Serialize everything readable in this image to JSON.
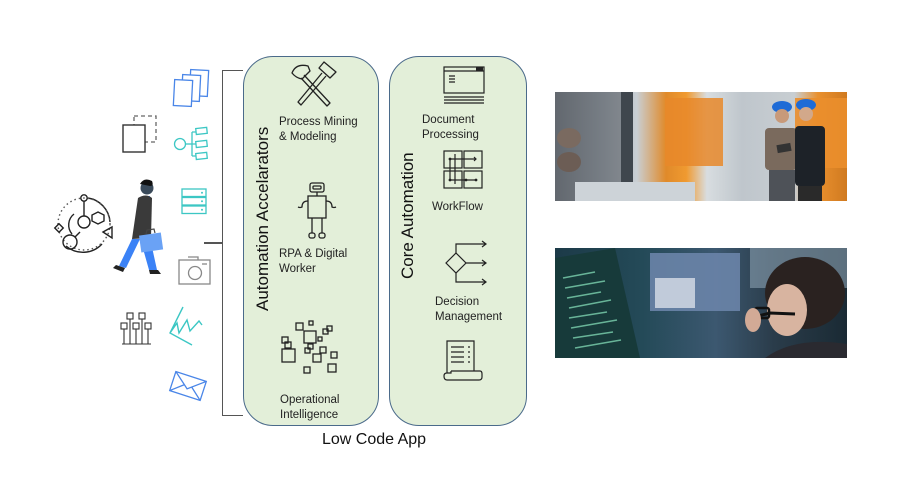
{
  "diagram": {
    "bottom_title": "Low Code App",
    "colors": {
      "panel_fill": "#e3efd9",
      "panel_border": "#4a6a8a",
      "icon_blue": "#4a86e8",
      "icon_teal": "#3cc7c4",
      "icon_dark": "#333333",
      "person_jacket": "#3a3a3a",
      "person_pants": "#3b82f6"
    },
    "left_icons": [
      {
        "name": "documents-stack-icon"
      },
      {
        "name": "dashed-copy-icon"
      },
      {
        "name": "hierarchy-tree-icon"
      },
      {
        "name": "server-stack-icon"
      },
      {
        "name": "connected-nodes-circle-icon"
      },
      {
        "name": "walking-person-icon"
      },
      {
        "name": "camera-icon"
      },
      {
        "name": "circuit-pins-icon"
      },
      {
        "name": "zigzag-chart-icon"
      },
      {
        "name": "envelope-icon"
      }
    ],
    "panels": [
      {
        "title": "Automation Accelarators",
        "items": [
          {
            "label_line1": "Process Mining",
            "label_line2": "& Modeling",
            "icon": "hammers-icon"
          },
          {
            "label_line1": "RPA & Digital",
            "label_line2": "Worker",
            "icon": "robot-icon"
          },
          {
            "label_line1": "Operational",
            "label_line2": "Intelligence",
            "icon": "scattered-squares-icon"
          }
        ]
      },
      {
        "title": "Core Automation",
        "items": [
          {
            "label_line1": "Document",
            "label_line2": "Processing",
            "icon": "document-window-icon"
          },
          {
            "label_line1": "WorkFlow",
            "label_line2": "",
            "icon": "workflow-grid-icon"
          },
          {
            "label_line1": "Decision",
            "label_line2": "Management",
            "icon": "decision-diamond-icon"
          },
          {
            "label_line1": "",
            "label_line2": "",
            "icon": "scroll-document-icon"
          }
        ]
      }
    ],
    "photos": [
      {
        "description": "Two engineers in blue hard hats reviewing a tablet beside orange industrial machinery"
      },
      {
        "description": "Woman with glasses looking at multiple monitors displaying data"
      }
    ]
  }
}
